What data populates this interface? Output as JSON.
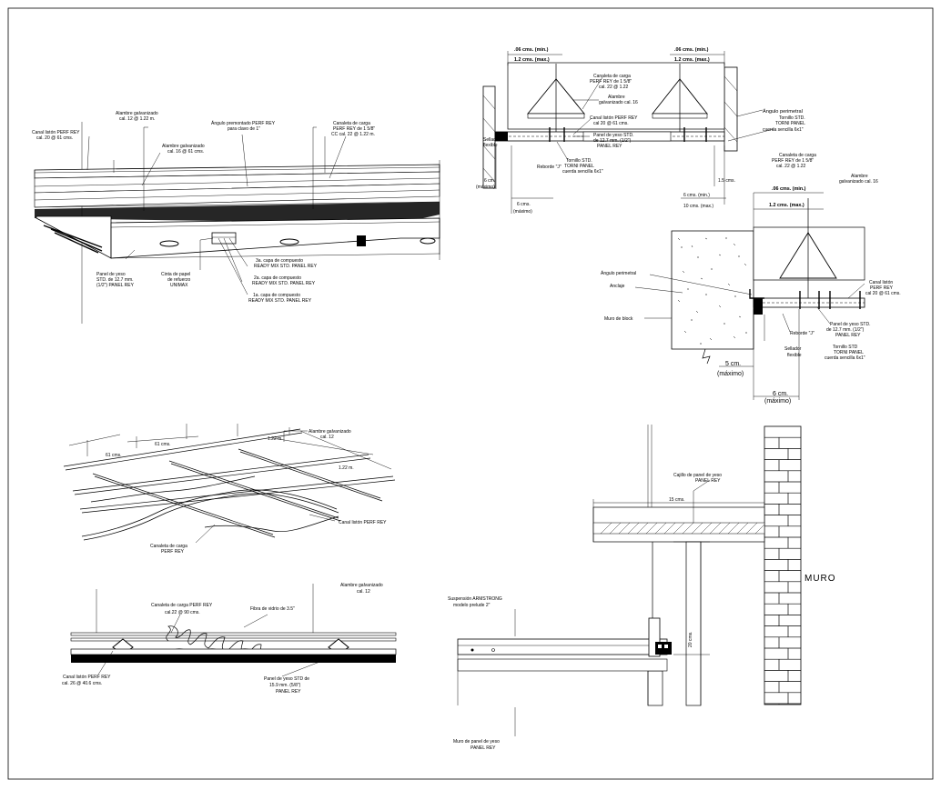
{
  "drawing": {
    "muro_label": "MURO",
    "detail_isometric": {
      "labels": [
        "Alambre galvanizado",
        "cal. 12 @ 1.22 m.",
        "Ángulo premontado PERF REY",
        "para clavo de 1\"",
        "Canaleta de carga",
        "PERF REY de 1 5/8\"",
        "CC cal. 22 @ 1.22 m.",
        "Canal listón PERF REY",
        "cal. 20 @ 61 cms.",
        "Alambre galvanizado",
        "cal. 16 @ 61 cms.",
        "Panel de yeso",
        "STD. de 12.7 mm.",
        "(1/2\") PANEL REY",
        "Cinta de papel",
        "de refuerzo",
        "UNIMAX",
        "3a. capa de compuesto",
        "READY MIX STD. PANEL REY",
        "2a. capa de compuesto",
        "READY MIX STD. PANEL REY",
        "1a. capa de compuesto",
        "READY MIX STD. PANEL REY"
      ]
    },
    "detail_section_top": {
      "labels": [
        ".06 cms. (min.)",
        "1.2 cms. (max.)",
        ".06 cms. (min.)",
        "1.2 cms. (max.)",
        "Canaleta de carga",
        "PERF REY de 1 5/8\"",
        "cal. 22 @ 1.22",
        "Alambre",
        "galvanizado cal. 16",
        "Canal listón PERF REY",
        "cal 20 @ 61 cms.",
        "Panel de yeso STD.",
        "de 12.7 mm. (1/2\")",
        "PANEL REY",
        "Ángulo perimetral",
        "Tornillo STD.",
        "TORNI PANEL",
        "cuerda sencilla 6x1\"",
        "Sellador",
        "flexible",
        "Reborde \"J\"",
        "Tornillo STD.",
        "TORNI PANEL",
        "cuerda sencilla 6x1\"",
        "6 cm.",
        "(máximo)",
        "6 cms.",
        "(máximo)",
        "6 cms. (min.)",
        "10 cms. (max.)",
        "1.5 cms."
      ]
    },
    "detail_section_right": {
      "labels": [
        "Canaleta de carga",
        "PERF REY de 1 5/8\"",
        "cal. 22 @ 1.22",
        "Alambre",
        "galvanizado cal. 16",
        ".06 cms. (min.)",
        "1.2 cms. (max.)",
        "Ángulo perimetral",
        "Anclaje",
        "Canal listón",
        "PERF REY",
        "cal 20 @ 61 cms.",
        "Muro de block",
        "Panel de yeso STD.",
        "de 12.7 mm. (1/2\")",
        "PANEL REY",
        "Reborde \"J\"",
        "Tornillo STD",
        "TORNI PANEL",
        "cuerda sencilla 6x1\"",
        "Sellador",
        "flexible",
        "5 cm.",
        "(máximo)",
        "6 cm.",
        "(máximo)"
      ]
    },
    "detail_grid": {
      "labels": [
        "Alambre galvanizado",
        "cal. 12",
        "61 cms.",
        "61 cms.",
        "1.22 m.",
        "1.22 m.",
        "Canal listón PERF REY",
        "Canaleta de carga",
        "PERF REY"
      ]
    },
    "detail_insulation": {
      "labels": [
        "Alambre galvanizado",
        "cal. 12",
        "Canaleta de carga PERF REY",
        "cal.22 @ 90 cms.",
        "Fibra de vidrio de 3.5\"",
        "Canal listón PERF REY",
        "cal. 26 @ 40.6 cms.",
        "Panel de yeso STD de",
        "15.9 mm. (5/8\")",
        "PANEL REY"
      ]
    },
    "detail_wall": {
      "labels": [
        "Cajillo de panel de yeso",
        "PANEL REY",
        "15 cms.",
        "Suspensión ARMSTRONG",
        "modelo prelude 2\"",
        "20 cms.",
        "Muro de panel de yeso",
        "PANEL REY"
      ]
    }
  }
}
